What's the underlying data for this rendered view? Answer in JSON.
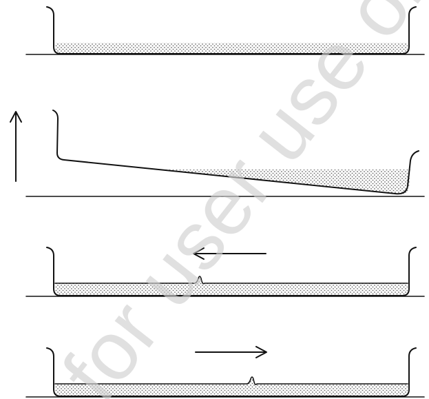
{
  "diagram": {
    "panels": [
      {
        "id": "panel-1",
        "state": "level"
      },
      {
        "id": "panel-2",
        "state": "tilted"
      },
      {
        "id": "panel-3",
        "state": "wave-moving-left"
      },
      {
        "id": "panel-4",
        "state": "wave-moving-right"
      }
    ],
    "arrows": {
      "lift": "up",
      "wave_left": "left",
      "wave_right": "right"
    },
    "watermark": "for user use only"
  },
  "colors": {
    "stroke": "#111111",
    "dot": "#6a6a6a",
    "background": "#ffffff",
    "watermark": "#d0d0d0"
  }
}
